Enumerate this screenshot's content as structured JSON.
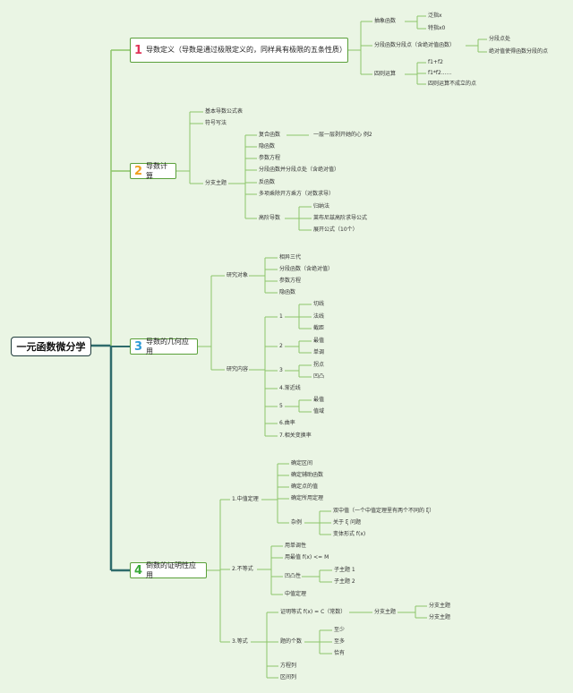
{
  "root": "一元函数微分学",
  "sections": [
    {
      "num": "1",
      "title": "导数定义（导数是通过极限定义的，同样具有极限的五条性质）"
    },
    {
      "num": "2",
      "title": "导数计算"
    },
    {
      "num": "3",
      "title": "导数的几何应用"
    },
    {
      "num": "4",
      "title": "倒数的证明性应用"
    }
  ],
  "s1": {
    "abstract": "抽象函数",
    "abstract_children": [
      "泛指x",
      "特指x0"
    ],
    "piecewise": "分段函数分段点（含绝对值函数）",
    "piecewise_children": [
      "分段点处",
      "绝对值使得函数分段的点"
    ],
    "ops": "四则运算",
    "ops_children": [
      "f1+f2",
      "f1*f2......",
      "四则运算不成立的点"
    ]
  },
  "s2": {
    "basic": "基本导数公式表",
    "notation": "符号写法",
    "sub": "分支主题",
    "sub_children": [
      "复合函数",
      "隐函数",
      "参数方程",
      "分段函数并分段点处（含绝对值）",
      "反函数",
      "多项乘除开方乘方（对数求导）",
      "高阶导数"
    ],
    "composite_note": "一层一层剥开她的心 例2",
    "higher_children": [
      "归纳法",
      "莱布尼兹高阶求导公式",
      "展开公式（10个）"
    ]
  },
  "s3": {
    "obj": "研究对象",
    "obj_children": [
      "相异三代",
      "分段函数（含绝对值）",
      "参数方程",
      "隐函数"
    ],
    "content": "研究内容",
    "content_children": [
      "1",
      "2",
      "3",
      "4.渐近线",
      "5",
      "6.曲率",
      "7.相关变换率"
    ],
    "c1": [
      "切线",
      "法线",
      "截距"
    ],
    "c2": [
      "最值",
      "单调"
    ],
    "c3": [
      "拐点",
      "凹凸"
    ],
    "c5": [
      "最值",
      "值域"
    ]
  },
  "s4": {
    "mvt": "1.中值定理",
    "mvt_children": [
      "确定区间",
      "确定辅助函数",
      "确定点的值",
      "确定所用定理",
      "杂例"
    ],
    "misc_children": [
      "双中值（一个中值定理里有两个不同的 ξ）",
      "关于 ξ 问题",
      "变体形式 f(x)"
    ],
    "ineq": "2.不等式",
    "ineq_children": [
      "用单调性",
      "用最值 f(x) <= M",
      "凹凸性",
      "中值定理"
    ],
    "convex_children": [
      "子主题 1",
      "子主题 2"
    ],
    "eq": "3.等式",
    "eq_children": [
      "证明等式 f(x) = C（常数）",
      "题的个数",
      "方程列",
      "区间列"
    ],
    "const_sub": "分支主题",
    "const_sub_children": [
      "分支主题",
      "分支主题"
    ],
    "count_children": [
      "至少",
      "至多",
      "恰有"
    ]
  },
  "colors": {
    "line_green": "#8cc56a",
    "trunk": "#2e6b6b",
    "root_border": "#1f3b3b"
  }
}
